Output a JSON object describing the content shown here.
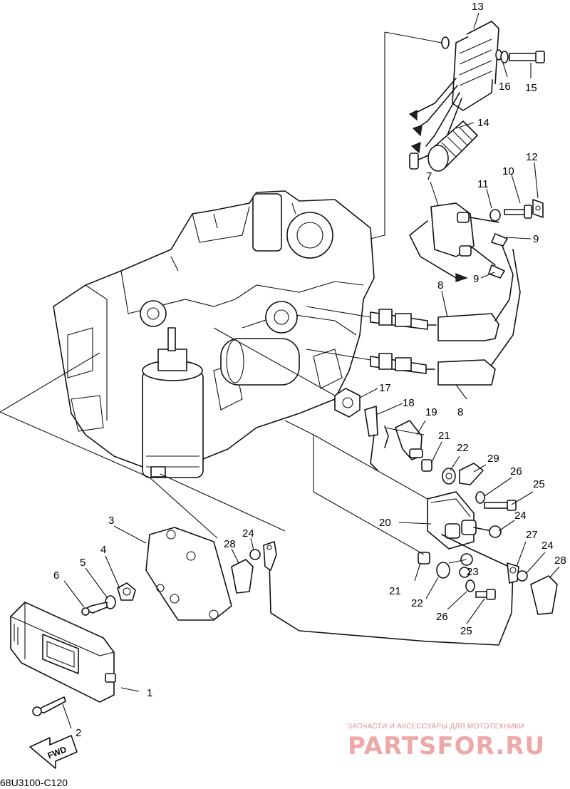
{
  "labels": [
    "1",
    "2",
    "3",
    "4",
    "5",
    "6",
    "7",
    "8",
    "9",
    "10",
    "11",
    "12",
    "13",
    "14",
    "15",
    "16",
    "17",
    "18",
    "19",
    "20",
    "21",
    "22",
    "23",
    "24",
    "25",
    "26",
    "27",
    "28",
    "29"
  ],
  "fwd_label": "FWD",
  "diagram_code": "68U3100-C120",
  "watermark": {
    "tagline": "ЗАПЧАСТИ И АКСЕССУАРЫ ДЛЯ МОТОТЕХНИКИ",
    "brand": "PARTSFOR.RU"
  },
  "colors": {
    "line": "#111111",
    "watermark": "#e07a7a"
  }
}
